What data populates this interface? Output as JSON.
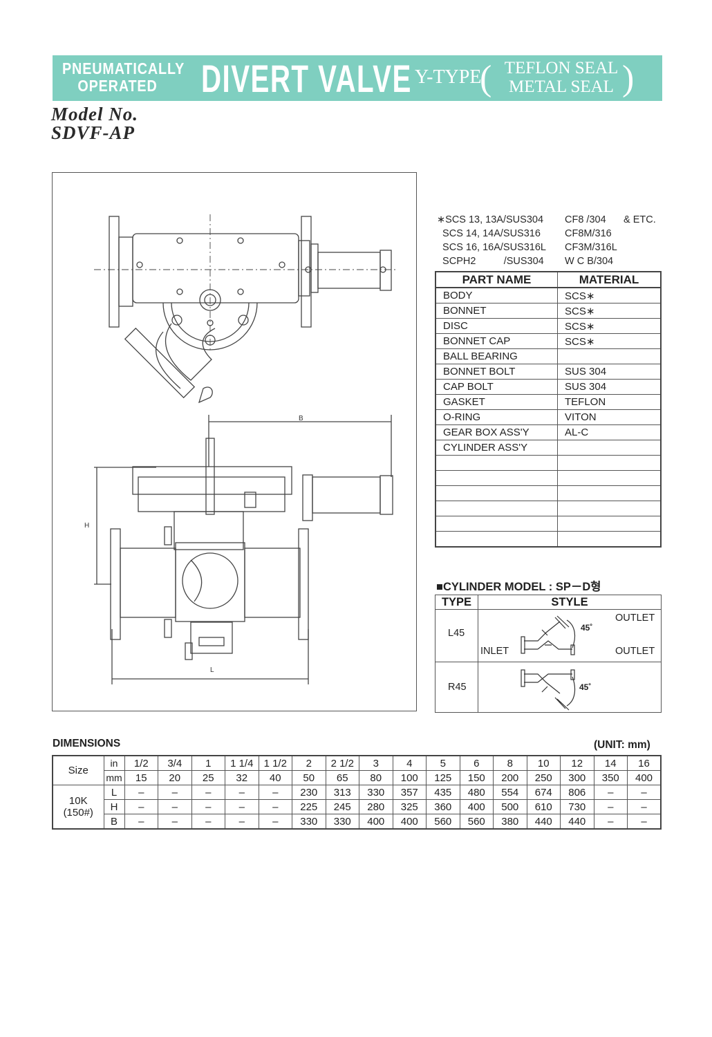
{
  "banner": {
    "left_line1": "PNEUMATICALLY",
    "left_line2": "OPERATED",
    "title": "DIVERT VALVE",
    "type": "Y-TYPE",
    "open_paren": "(",
    "seal1": "TEFLON SEAL",
    "seal2": "METAL SEAL",
    "close_paren": ")"
  },
  "model": {
    "label": "Model No.",
    "code": "SDVF-AP"
  },
  "drawing": {
    "dim_b": "B",
    "dim_h": "H",
    "dim_l": "L"
  },
  "materials_note": [
    {
      "c1": "∗SCS 13, 13A/SUS304",
      "c2": "CF8  /304",
      "c3": "& ETC."
    },
    {
      "c1": "  SCS 14, 14A/SUS316",
      "c2": "CF8M/316",
      "c3": ""
    },
    {
      "c1": "  SCS 16, 16A/SUS316L",
      "c2": "CF3M/316L",
      "c3": ""
    },
    {
      "c1": "  SCPH2          /SUS304",
      "c2": "W C B/304",
      "c3": ""
    }
  ],
  "parts_table": {
    "headers": [
      "PART NAME",
      "MATERIAL"
    ],
    "rows": [
      [
        "BODY",
        "SCS∗"
      ],
      [
        "BONNET",
        "SCS∗"
      ],
      [
        "DISC",
        "SCS∗"
      ],
      [
        "BONNET CAP",
        "SCS∗"
      ],
      [
        "BALL BEARING",
        ""
      ],
      [
        "BONNET BOLT",
        "SUS 304"
      ],
      [
        "CAP BOLT",
        "SUS 304"
      ],
      [
        "GASKET",
        "TEFLON"
      ],
      [
        "O-RING",
        "VITON"
      ],
      [
        "GEAR BOX ASS'Y",
        "AL-C"
      ],
      [
        "CYLINDER ASS'Y",
        ""
      ],
      [
        "",
        ""
      ],
      [
        "",
        ""
      ],
      [
        "",
        ""
      ],
      [
        "",
        ""
      ],
      [
        "",
        ""
      ],
      [
        "",
        ""
      ]
    ]
  },
  "cylinder": {
    "title": "■CYLINDER MODEL : SP－D형",
    "headers": [
      "TYPE",
      "STYLE"
    ],
    "l45": {
      "type": "L45",
      "outlet_top": "OUTLET",
      "inlet": "INLET",
      "outlet_bottom": "OUTLET",
      "angle": "45˚"
    },
    "r45": {
      "type": "R45",
      "angle": "45˚"
    }
  },
  "dimensions": {
    "title": "DIMENSIONS",
    "unit": "(UNIT: mm)",
    "size_label": "Size",
    "in_label": "in",
    "mm_label": "mm",
    "class_line1": "10K",
    "class_line2": "(150#)",
    "in_values": [
      "1/2",
      "3/4",
      "1",
      "1 1/4",
      "1 1/2",
      "2",
      "2 1/2",
      "3",
      "4",
      "5",
      "6",
      "8",
      "10",
      "12",
      "14",
      "16"
    ],
    "mm_values": [
      "15",
      "20",
      "25",
      "32",
      "40",
      "50",
      "65",
      "80",
      "100",
      "125",
      "150",
      "200",
      "250",
      "300",
      "350",
      "400"
    ],
    "rows": [
      {
        "label": "L",
        "values": [
          "–",
          "–",
          "–",
          "–",
          "–",
          "230",
          "313",
          "330",
          "357",
          "435",
          "480",
          "554",
          "674",
          "806",
          "–",
          "–"
        ]
      },
      {
        "label": "H",
        "values": [
          "–",
          "–",
          "–",
          "–",
          "–",
          "225",
          "245",
          "280",
          "325",
          "360",
          "400",
          "500",
          "610",
          "730",
          "–",
          "–"
        ]
      },
      {
        "label": "B",
        "values": [
          "–",
          "–",
          "–",
          "–",
          "–",
          "330",
          "330",
          "400",
          "400",
          "560",
          "560",
          "380",
          "440",
          "440",
          "–",
          "–"
        ]
      }
    ]
  }
}
